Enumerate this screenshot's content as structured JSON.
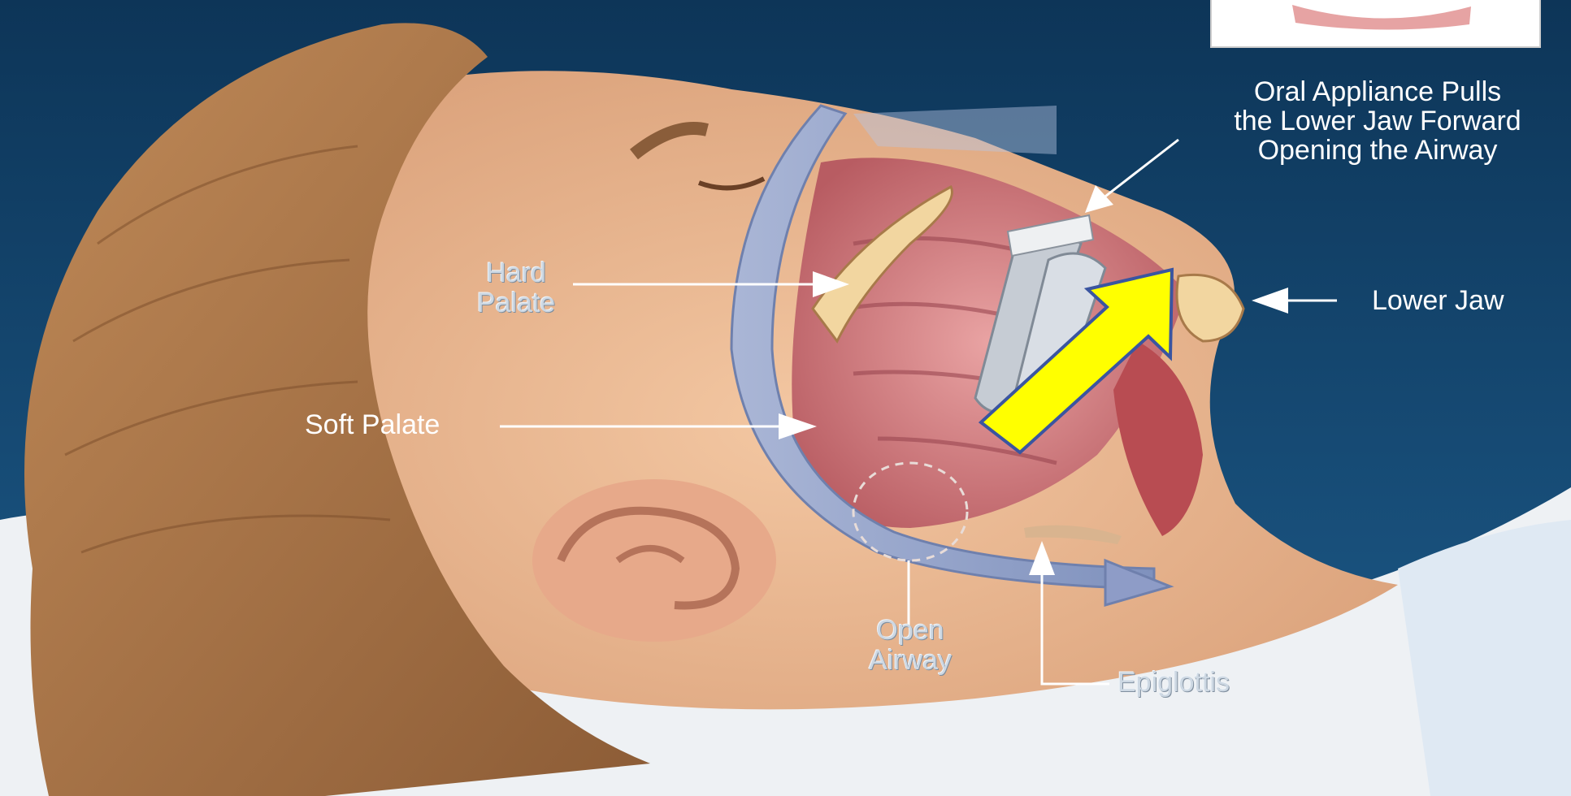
{
  "labels": {
    "oral_appliance": [
      "Oral Appliance Pulls",
      "the Lower Jaw Forward",
      "Opening the Airway"
    ],
    "hard_palate": [
      "Hard",
      "Palate"
    ],
    "soft_palate": "Soft Palate",
    "lower_jaw": "Lower Jaw",
    "open_airway": [
      "Open",
      "Airway"
    ],
    "epiglottis": "Epiglottis"
  },
  "colors": {
    "background": "#123f66",
    "highlight_arrow": "#ffff00",
    "highlight_arrow_outline": "#3a55a0",
    "airway": "#9aa8c9",
    "skin": "#e8b48e",
    "hair": "#a97548",
    "pillow": "#eef1f4",
    "label_text": "#ffffff"
  }
}
